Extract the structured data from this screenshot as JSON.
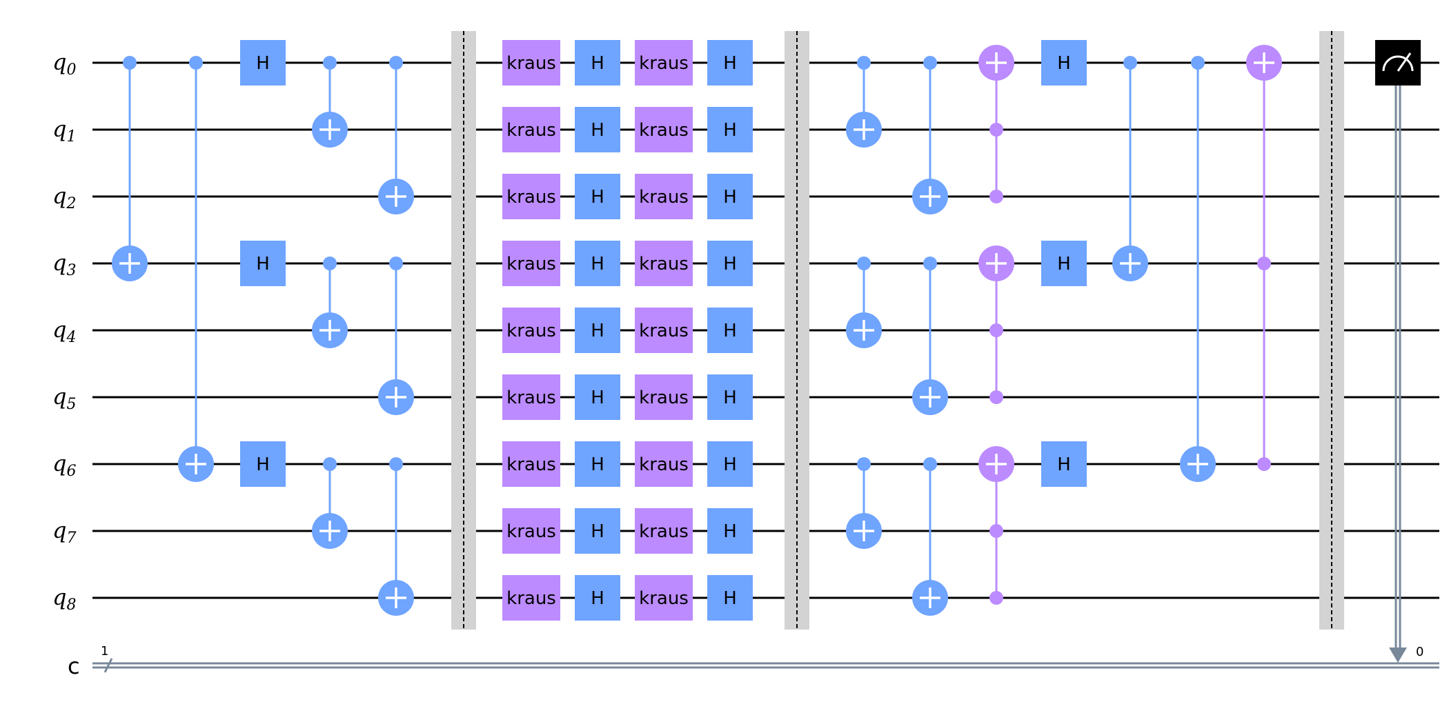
{
  "circuit": {
    "qubit_prefix": "q",
    "qubit_indices": [
      "0",
      "1",
      "2",
      "3",
      "4",
      "5",
      "6",
      "7",
      "8"
    ],
    "classical_label": "c",
    "classical_bits": "1",
    "measure_bit": "0",
    "colors": {
      "wire": "#000000",
      "classical_wire": "#778899",
      "clifford": "#6fa4ff",
      "kraus": "#bb8bff",
      "barrier": "#d3d3d3",
      "measure": "#000000"
    },
    "gates": [
      {
        "type": "cx",
        "control": 0,
        "target": 3
      },
      {
        "type": "cx",
        "control": 0,
        "target": 6
      },
      {
        "type": "h",
        "qubits": [
          0,
          3,
          6
        ],
        "label": "H"
      },
      {
        "type": "cx",
        "control": 0,
        "target": 1
      },
      {
        "type": "cx",
        "control": 3,
        "target": 4
      },
      {
        "type": "cx",
        "control": 6,
        "target": 7
      },
      {
        "type": "cx",
        "control": 0,
        "target": 2
      },
      {
        "type": "cx",
        "control": 3,
        "target": 5
      },
      {
        "type": "cx",
        "control": 6,
        "target": 8
      },
      {
        "type": "barrier"
      },
      {
        "type": "kraus",
        "qubits": [
          0,
          1,
          2,
          3,
          4,
          5,
          6,
          7,
          8
        ],
        "label": "kraus"
      },
      {
        "type": "h",
        "qubits": [
          0,
          1,
          2,
          3,
          4,
          5,
          6,
          7,
          8
        ],
        "label": "H"
      },
      {
        "type": "kraus",
        "qubits": [
          0,
          1,
          2,
          3,
          4,
          5,
          6,
          7,
          8
        ],
        "label": "kraus"
      },
      {
        "type": "h",
        "qubits": [
          0,
          1,
          2,
          3,
          4,
          5,
          6,
          7,
          8
        ],
        "label": "H"
      },
      {
        "type": "barrier"
      },
      {
        "type": "cx",
        "control": 0,
        "target": 1
      },
      {
        "type": "cx",
        "control": 3,
        "target": 4
      },
      {
        "type": "cx",
        "control": 6,
        "target": 7
      },
      {
        "type": "cx",
        "control": 0,
        "target": 2
      },
      {
        "type": "cx",
        "control": 3,
        "target": 5
      },
      {
        "type": "cx",
        "control": 6,
        "target": 8
      },
      {
        "type": "ccx",
        "controls": [
          1,
          2
        ],
        "target": 0
      },
      {
        "type": "ccx",
        "controls": [
          4,
          5
        ],
        "target": 3
      },
      {
        "type": "ccx",
        "controls": [
          7,
          8
        ],
        "target": 6
      },
      {
        "type": "h",
        "qubits": [
          0,
          3,
          6
        ],
        "label": "H"
      },
      {
        "type": "cx",
        "control": 0,
        "target": 3
      },
      {
        "type": "cx",
        "control": 0,
        "target": 6
      },
      {
        "type": "ccx",
        "controls": [
          3,
          6
        ],
        "target": 0
      },
      {
        "type": "barrier"
      },
      {
        "type": "measure",
        "qubit": 0,
        "clbit": 0
      }
    ]
  }
}
